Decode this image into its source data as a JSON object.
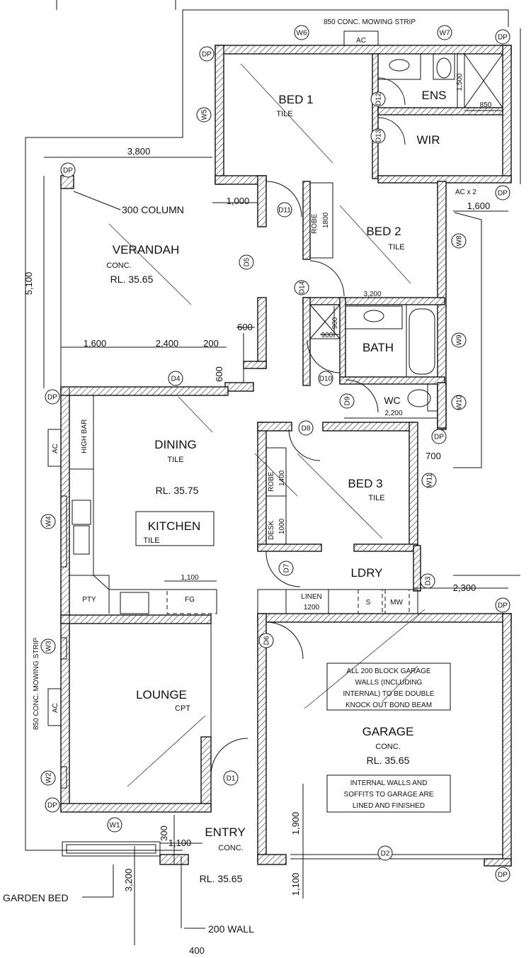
{
  "rooms": {
    "bed1": {
      "name": "BED 1",
      "finish": "TILE"
    },
    "ens": {
      "name": "ENS"
    },
    "wir": {
      "name": "WIR"
    },
    "bed2": {
      "name": "BED 2",
      "finish": "TILE"
    },
    "bath": {
      "name": "BATH"
    },
    "wc": {
      "name": "WC"
    },
    "verandah": {
      "name": "VERANDAH",
      "finish": "CONC.",
      "level": "RL. 35.65"
    },
    "dining": {
      "name": "DINING",
      "finish": "TILE",
      "level": "RL. 35.75"
    },
    "kitchen": {
      "name": "KITCHEN",
      "finish": "TILE"
    },
    "bed3": {
      "name": "BED 3",
      "finish": "TILE"
    },
    "ldry": {
      "name": "LDRY"
    },
    "lounge": {
      "name": "LOUNGE",
      "finish": "CPT"
    },
    "entry": {
      "name": "ENTRY",
      "finish": "CONC.",
      "level": "RL. 35.65"
    },
    "garage": {
      "name": "GARAGE",
      "finish": "CONC.",
      "level": "RL. 35.65"
    }
  },
  "fixtures": {
    "robe_bed2": "ROBE",
    "robe_bed2_size": "1800",
    "robe_bed3": "ROBE",
    "robe_bed3_size": "1400",
    "desk": "DESK",
    "desk_size": "1000",
    "high_bar": "HIGH BAR",
    "pty": "PTY",
    "fg": "FG",
    "linen": "LINEN",
    "linen_size": "1200",
    "s": "S",
    "mw": "MW",
    "ac_top": "AC",
    "ac_x2": "AC x 2",
    "ac_left_1": "AC",
    "ac_left_2": "AC"
  },
  "notes": {
    "mowing_top": "850 CONC. MOWING STRIP",
    "mowing_left": "850 CONC. MOWING STRIP",
    "column": "300 COLUMN",
    "garden_bed": "GARDEN BED",
    "wall_200": "200 WALL",
    "garage_note_1": [
      "ALL 200 BLOCK GARAGE",
      "WALLS (INCLUDING",
      "INTERNAL) TO BE DOUBLE",
      "KNOCK OUT BOND BEAM"
    ],
    "garage_note_2": [
      "INTERNAL WALLS AND",
      "SOFFITS TO GARAGE ARE",
      "LINED AND FINISHED"
    ]
  },
  "dimensions": {
    "d3800": "3,800",
    "d1000": "1,000",
    "d5100": "5,100",
    "d1600a": "1,600",
    "d2400": "2,400",
    "d200": "200",
    "d600a": "600",
    "d600b": "600",
    "d1600b": "1,600",
    "d3200a": "3,200",
    "d900a": "900",
    "d900b": "900",
    "d1500": "1,500",
    "d850": "850",
    "d2200": "2,200",
    "d700": "700",
    "d1100a": "1,100",
    "d2300": "2,300",
    "d1900": "1,900",
    "d1100b": "1,100",
    "d300": "300",
    "d1100c": "1,100",
    "d3200b": "3,200",
    "d400": "400"
  },
  "tags": {
    "W6": "W6",
    "W7": "W7",
    "W5": "W5",
    "W8": "W8",
    "W9": "W9",
    "W10": "W10",
    "W11": "W11",
    "W4": "W4",
    "W3": "W3",
    "W2": "W2",
    "W1": "W1",
    "D1": "D1",
    "D2": "D2",
    "D3": "D3",
    "D4": "D4",
    "D5": "D5",
    "D6": "D6",
    "D7": "D7",
    "D8": "D8",
    "D9": "D9",
    "D10": "D10",
    "D11": "D11",
    "D12": "D12",
    "D13": "D13",
    "D14": "D14",
    "DP": "DP"
  }
}
